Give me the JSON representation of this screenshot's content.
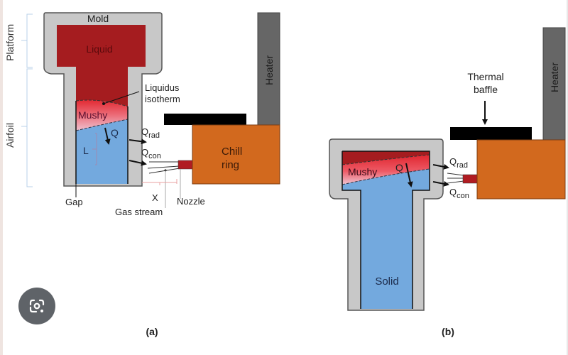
{
  "figure": {
    "panel_a": {
      "caption": "(a)",
      "brace_labels": {
        "platform": "Platform",
        "airfoil": "Airfoil"
      },
      "mold": "Mold",
      "liquid": "Liquid",
      "mushy": "Mushy",
      "liquidus_line1": "Liquidus",
      "liquidus_line2": "isotherm",
      "q": "Q",
      "l": "L",
      "q_rad_main": "Q",
      "q_rad_sub": "rad",
      "q_con_main": "Q",
      "q_con_sub": "con",
      "chill_line1": "Chill",
      "chill_line2": "ring",
      "heater": "Heater",
      "gap": "Gap",
      "x": "X",
      "gas_stream": "Gas stream",
      "nozzle": "Nozzle"
    },
    "panel_b": {
      "caption": "(b)",
      "baffle_line1": "Thermal",
      "baffle_line2": "baffle",
      "mushy": "Mushy",
      "q": "Q",
      "q_rad_main": "Q",
      "q_rad_sub": "rad",
      "q_con_main": "Q",
      "q_con_sub": "con",
      "heater": "Heater",
      "solid": "Solid"
    },
    "colors": {
      "mold": "#c8c8c8",
      "liquid": "#a51c1f",
      "mushy_top": "#e8323a",
      "mushy_bottom": "#e8b4c4",
      "solid": "#73a9de",
      "chill_ring": "#d2691e",
      "heater": "#666666",
      "baffle": "#000000",
      "nozzle": "#b01c22"
    }
  },
  "overlay": {
    "lens_button": "visual-search-icon"
  }
}
